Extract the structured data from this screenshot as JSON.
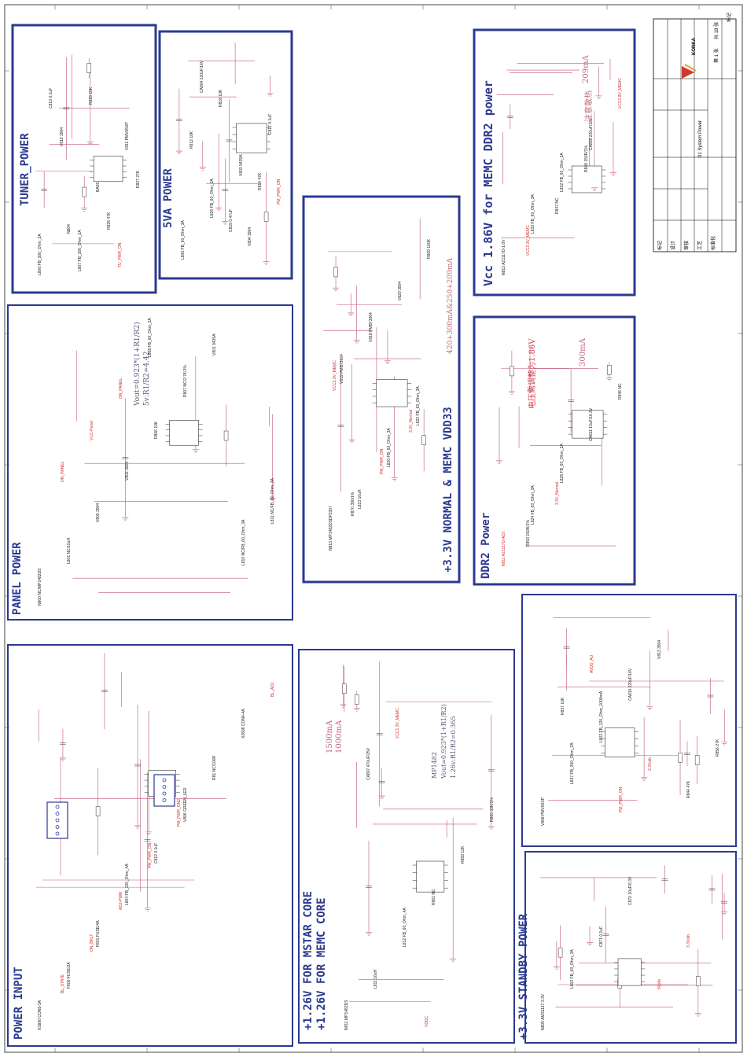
{
  "panels": {
    "tuner": {
      "title": "TUNER_POWER"
    },
    "va5": {
      "title": "5VA POWER"
    },
    "vcc186": {
      "title": "Vcc 1.86V for MEMC DDR2 power",
      "note1": "209mA",
      "note2": "注意散热"
    },
    "panel": {
      "title": "PANEL POWER",
      "formula1": "Vout=0.923*(1+R1/R2)",
      "formula2": "5v:R1/R2=4.42"
    },
    "memc": {
      "title": "+3.3V NORMAL & MEMC VDD33",
      "note": "420+300mA&250+209mA"
    },
    "ddr2": {
      "title": "DDR2 Power",
      "note1": "电压需调整为1.86V",
      "note2": "300mA"
    },
    "input": {
      "title": "POWER INPUT"
    },
    "core": {
      "title1": "+1.26V FOR MSTAR CORE",
      "title2": "+1.26V FOR MEMC CORE",
      "note1": "1500mA",
      "note2": "1000mA",
      "formula1": "MP1482",
      "formula2": "Vout=0.923*(1+R1/R2)",
      "formula3": "1.26v:R1/R2=0.365"
    },
    "standby": {
      "title": "+3.3V STANDBY POWER"
    }
  },
  "title_block": {
    "rows": [
      "标记",
      "设计",
      "审核",
      "工艺",
      "标准化"
    ],
    "company": "KONKA",
    "sheet_title": "01 System Power",
    "sheet_no": "第 1 张",
    "sheet_total": "共 18 张",
    "corner": "标记"
  },
  "component_labels": {
    "tuner": [
      "L806 FB_300_Ohm_3A",
      "N804",
      "BA05",
      "V811 PMV65XP",
      "C813 0.1uF",
      "L807 FB_300_Ohm_2A",
      "R826 47K",
      "R827 27K",
      "V812 3904",
      "R828 10K",
      "TU_PWR_ON"
    ],
    "va5": [
      "L805 FB_60_Ohm_3A",
      "L826 FB_60_Ohm_3A",
      "V803 9435A",
      "C817 0.1uF",
      "CA804 220uF/16V",
      "C819 0.47uF",
      "R814 47K",
      "R812 10K",
      "R818 10K",
      "V804 3904",
      "PM_PWR_ON"
    ],
    "vcc186": [
      "N812 AZ1117D-1.8V",
      "L833 FB_60_Ohm_3A",
      "L832 FB_60_Ohm_3A",
      "CA809 220uF/16V",
      "VCC1.8V_MEMC",
      "VCC3.3V_MEMC",
      "R847 NC",
      "R848 150R/1%"
    ],
    "panel": [
      "N800 NC/MP1482DS",
      "L801 NC/10uH",
      "V800 3904",
      "V802 3904",
      "R806 10K",
      "R807 NC/2.7K/1%",
      "V801 9435A",
      "L810 NC/FB_60_Ohm_3A",
      "L811 NC/FB_60_Ohm_3A",
      "ON_PANEL",
      "VCC-Panel",
      "ON_PANEL",
      "L808 FB_60_Ohm_3A"
    ],
    "memc": [
      "N813 MP1482DSDP2307",
      "L823 10uH",
      "L820 FB_60_Ohm_3A",
      "L822 FB_60_Ohm_3A",
      "V819 PMB73664",
      "V818 PMB73664",
      "V820 3904",
      "R869 100K",
      "R870 390/1%",
      "PM_PWR_ON",
      "3.3V_Normal",
      "VCC3.3V_MEMC"
    ],
    "ddr2": [
      "N811 AZ1117D-ADJ",
      "L824 FB_60_Ohm_3A",
      "L825 FB_60_Ohm_3A",
      "CA811 10uF/16.3V",
      "R846 NC",
      "R853 150R/1%",
      "3.3V_Normal"
    ],
    "input": [
      "XS800 CON5-3A",
      "F800 FUSE/2A",
      "F801 FUSE/4A",
      "L804 FB_120_Ohm_4A",
      "C812 0.1uF",
      "V806 GREEN_LED",
      "R81 NC/100R",
      "X2808 CON4-4A",
      "BL_ADJ",
      "BL_STATE",
      "ON_BKLT",
      "ADJ-PWM",
      "PM_PWR_ON",
      "PM_PWR_ON2"
    ],
    "core": [
      "N811 MP1482DS",
      "L811 10uH",
      "L812 FB_60_Ohm_4A",
      "R861 NC",
      "R859 12K",
      "R860 33K/1%",
      "CA807 470uF/25V",
      "VCC1.3V_MEMC",
      "VDDC"
    ],
    "standby": [
      "N805 AMS1117-3.3V",
      "L802 FB_60_Ohm_3A",
      "C871 0.1uF",
      "C870 10uF/6.3V",
      "5Vstb",
      "3.3Vstb"
    ],
    "aux": [
      "V808 PMV65XP",
      "L837 FB_300_Ohm_2A",
      "L802 FB_120_Ohm_1000mA",
      "CA810 220uF/16V",
      "V813 3904",
      "R844 47K",
      "R856 27K",
      "R837 10K",
      "AVDD_AU",
      "PM_PWR_ON",
      "3.3Vstb"
    ]
  },
  "colors": {
    "panel_border": "#2b3a8f",
    "wire": "#c0557a",
    "net": "#d03030",
    "annotation": "#c46a7d",
    "logo": "#d03a30"
  }
}
